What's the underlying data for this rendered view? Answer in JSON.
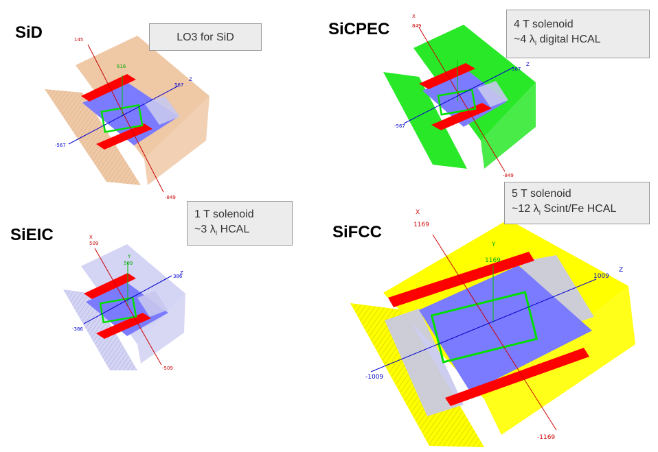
{
  "panels": {
    "sid": {
      "title": "SiD",
      "note": {
        "line1": "LO3 for SiD"
      },
      "colors": {
        "yoke": "#efc8a6",
        "coil": "#ff0000",
        "calo": "#7b7bff",
        "tracker": "#00e000"
      },
      "axes": {
        "x_pos": "145",
        "y_pos": "616",
        "z_pos": "567",
        "z_name": "Z",
        "z_neg": "-567",
        "x_neg": "-849"
      }
    },
    "sicpec": {
      "title": "SiCPEC",
      "note": {
        "line1": "4 T solenoid",
        "line2_a": "~4 λ",
        "line2_sub": "I",
        "line2_b": " digital HCAL"
      },
      "colors": {
        "yoke": "#28e828",
        "coil": "#ff0000",
        "calo": "#7b7bff",
        "tracker": "#00e000"
      },
      "axes": {
        "x_name": "X",
        "x_pos": "849",
        "z_pos": "567",
        "z_name": "Z",
        "z_neg": "-567",
        "x_neg": "-849"
      }
    },
    "sieic": {
      "title": "SiEIC",
      "note": {
        "line1": "1 T solenoid",
        "line2_a": "~3 λ",
        "line2_sub": "I",
        "line2_b": " HCAL"
      },
      "colors": {
        "yoke": "#d4d4f4",
        "coil": "#ff0000",
        "calo": "#7b7bff",
        "tracker": "#00e000"
      },
      "axes": {
        "x_name": "X",
        "x_pos": "509",
        "y_name": "Y",
        "y_pos": "509",
        "z_pos": "386",
        "z_name": "Z",
        "z_neg": "-386",
        "x_neg": "-509"
      }
    },
    "sifcc": {
      "title": "SiFCC",
      "note": {
        "line1": "5 T solenoid",
        "line2_a": "~12 λ",
        "line2_sub": "I",
        "line2_b": " Scint/Fe HCAL"
      },
      "colors": {
        "yoke": "#ffff00",
        "coil": "#ff0000",
        "calo": "#7b7bff",
        "tracker": "#00e000"
      },
      "axes": {
        "x_name": "X",
        "x_pos": "1169",
        "y_name": "Y",
        "y_pos": "1169",
        "z_pos": "1009",
        "z_name": "Z",
        "z_neg": "-1009",
        "x_neg": "-1169"
      }
    }
  }
}
